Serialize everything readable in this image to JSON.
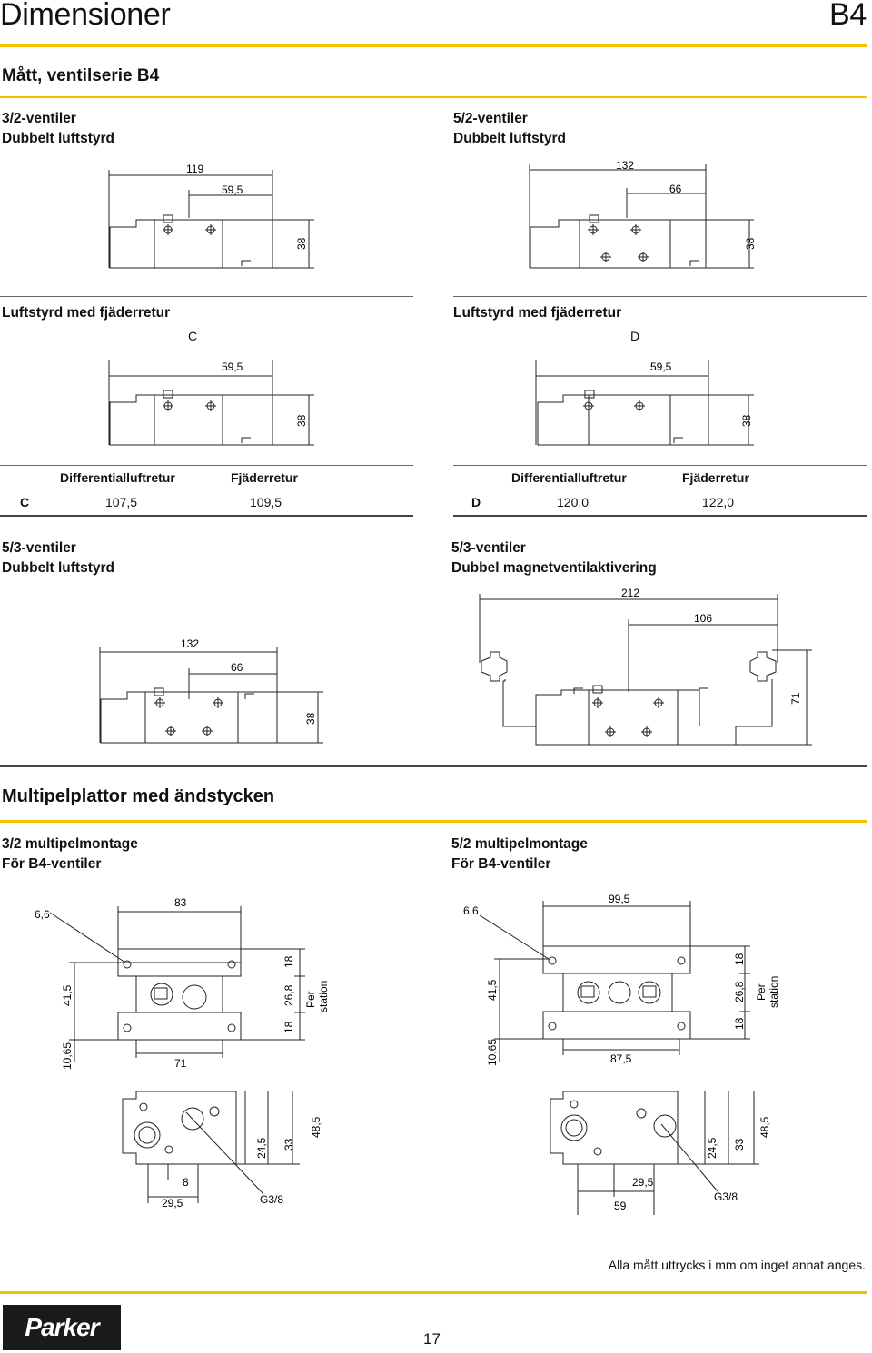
{
  "header": {
    "title": "Dimensioner",
    "code": "B4"
  },
  "section1": {
    "title": "Mått, ventilserie B4"
  },
  "v32": {
    "title_l1": "3/2-ventiler",
    "title_l2": "Dubbelt luftstyrd",
    "dims": {
      "overall": "119",
      "half": "59,5",
      "height": "38"
    }
  },
  "v52": {
    "title_l1": "5/2-ventiler",
    "title_l2": "Dubbelt luftstyrd",
    "dims": {
      "overall": "132",
      "half": "66",
      "height": "38"
    }
  },
  "springC": {
    "title": "Luftstyrd med fjäderretur",
    "letter": "C",
    "dims": {
      "half": "59,5",
      "height": "38"
    }
  },
  "springD": {
    "title": "Luftstyrd med fjäderretur",
    "letter": "D",
    "dims": {
      "half": "59,5",
      "height": "38"
    }
  },
  "tableC": {
    "headers": [
      "Differentialluftretur",
      "Fjäderretur"
    ],
    "row_label": "C",
    "values": [
      "107,5",
      "109,5"
    ]
  },
  "tableD": {
    "headers": [
      "Differentialluftretur",
      "Fjäderretur"
    ],
    "row_label": "D",
    "values": [
      "120,0",
      "122,0"
    ]
  },
  "v53a": {
    "title_l1": "5/3-ventiler",
    "title_l2": "Dubbelt luftstyrd",
    "dims": {
      "overall": "132",
      "half": "66",
      "height": "38"
    }
  },
  "v53b": {
    "title_l1": "5/3-ventiler",
    "title_l2": "Dubbel magnetventilaktivering",
    "dims": {
      "overall": "212",
      "half": "106",
      "height": "71"
    }
  },
  "section2": {
    "title": "Multipelplattor med ändstycken"
  },
  "m32": {
    "title_l1": "3/2 multipelmontage",
    "title_l2": "För B4-ventiler",
    "dims": {
      "edge": "6,6",
      "top": "83",
      "h1": "41,5",
      "h2": "10,65",
      "bottom": "71",
      "s1": "18",
      "s2": "26,8",
      "s3": "18",
      "per": "Per",
      "station": "station",
      "b1": "24,5",
      "b2": "33",
      "b3": "48,5",
      "d8": "8",
      "d29": "29,5",
      "port": "G3/8"
    }
  },
  "m52": {
    "title_l1": "5/2 multipelmontage",
    "title_l2": "För B4-ventiler",
    "dims": {
      "edge": "6,6",
      "top": "99,5",
      "h1": "41,5",
      "h2": "10,65",
      "bottom": "87,5",
      "s1": "18",
      "s2": "26,8",
      "s3": "18",
      "per": "Per",
      "station": "station",
      "b1": "24,5",
      "b2": "33",
      "b3": "48,5",
      "d29": "29,5",
      "d59": "59",
      "port": "G3/8"
    }
  },
  "footnote": "Alla mått uttrycks i mm om inget annat anges.",
  "footer": {
    "logo": "Parker",
    "page": "17"
  }
}
